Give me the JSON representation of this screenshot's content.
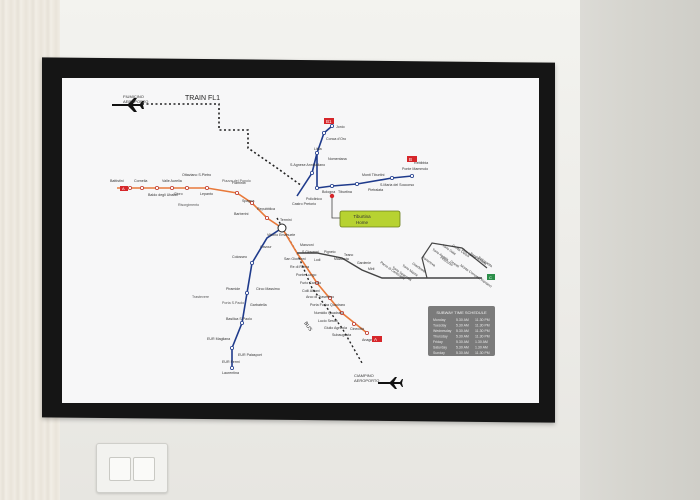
{
  "map": {
    "train_label": "TRAIN FL1",
    "airport_fiumicino": [
      "FIUMICINO",
      "AEROPORTO"
    ],
    "airport_ciampino": [
      "CIAMPINO",
      "AEROPORTO"
    ],
    "bus_label": "BUS",
    "callout": [
      "Tiburtina",
      "Home"
    ],
    "stations_line_a_west": [
      "Battistini",
      "Cornelia",
      "Baldo degli Ubaldi",
      "Valle Aurelia",
      "Cipro",
      "Ottaviano S.Pietro",
      "Lepanto",
      "Flaminio",
      "Spagna",
      "Barberini",
      "Repubblica",
      "Termini",
      "Vittorio Emanuele",
      "Manzoni",
      "San Giovanni",
      "Re di Roma",
      "Ponte Lungo",
      "Furio Camillo",
      "Colli Albani",
      "Arco di Travertino",
      "Porta Furba Quadraro",
      "Numidio Quadrato",
      "Lucio Sestio",
      "Giulio Agricola",
      "Subaugusta",
      "Cinecittà",
      "Anagnina"
    ],
    "stations_line_b": [
      "Laurentina",
      "EUR Fermi",
      "EUR Palasport",
      "EUR Magliana",
      "Basilica S.Paolo",
      "Garbatella",
      "Piramide",
      "Circo Massimo",
      "Colosseo",
      "Cavour",
      "Castro Pretorio",
      "Policlinico",
      "Bologna",
      "Tiburtina",
      "Monti Tiburtini",
      "Pietralata",
      "S.Maria del Soccorso",
      "Ponte Mammolo",
      "Rebibbia",
      "Libia",
      "Conca d'Oro",
      "Jonio",
      "S.Agnese Annibaliano",
      "Nomentana"
    ],
    "stations_line_c": [
      "S.Giovanni",
      "Lodi",
      "Pigneto",
      "Malatesta",
      "Teano",
      "Gardenie",
      "Mirti",
      "Parco di Centocelle",
      "Torre Spaccata",
      "Torre Maura",
      "Giardinetti",
      "Torrenova",
      "Torre Angela",
      "Torre Gaia",
      "Grotte Celoni",
      "Due Leoni",
      "Borghesiana",
      "Bolognetta",
      "Finocchio",
      "Graniti",
      "Monte Compatri Pantano"
    ],
    "landmarks": [
      "Risorgimento",
      "Piazza del Popolo",
      "Trastevere",
      "Porta S.Paolo"
    ],
    "schedule": {
      "title": "SUBWAY TIME SCHEDULE",
      "rows": [
        [
          "Monday",
          "5.30 AM",
          "11.30 PM"
        ],
        [
          "Tuesday",
          "5.30 AM",
          "11.30 PM"
        ],
        [
          "Wednesday",
          "5.30 AM",
          "11.30 PM"
        ],
        [
          "Thursday",
          "5.30 AM",
          "11.30 PM"
        ],
        [
          "Friday",
          "5.30 AM",
          "1.30 AM"
        ],
        [
          "Saturday",
          "5.30 AM",
          "1.30 AM"
        ],
        [
          "Sunday",
          "5.30 AM",
          "11.30 PM"
        ]
      ]
    },
    "line_badges": [
      "A",
      "B",
      "C",
      "B1"
    ]
  },
  "colors": {
    "line_a": "#e8793a",
    "line_b": "#1f3b8c",
    "line_c": "#2c8f4a",
    "rail": "#333333",
    "metro_red": "#d6262a",
    "callout_fill": "#b7d231"
  }
}
